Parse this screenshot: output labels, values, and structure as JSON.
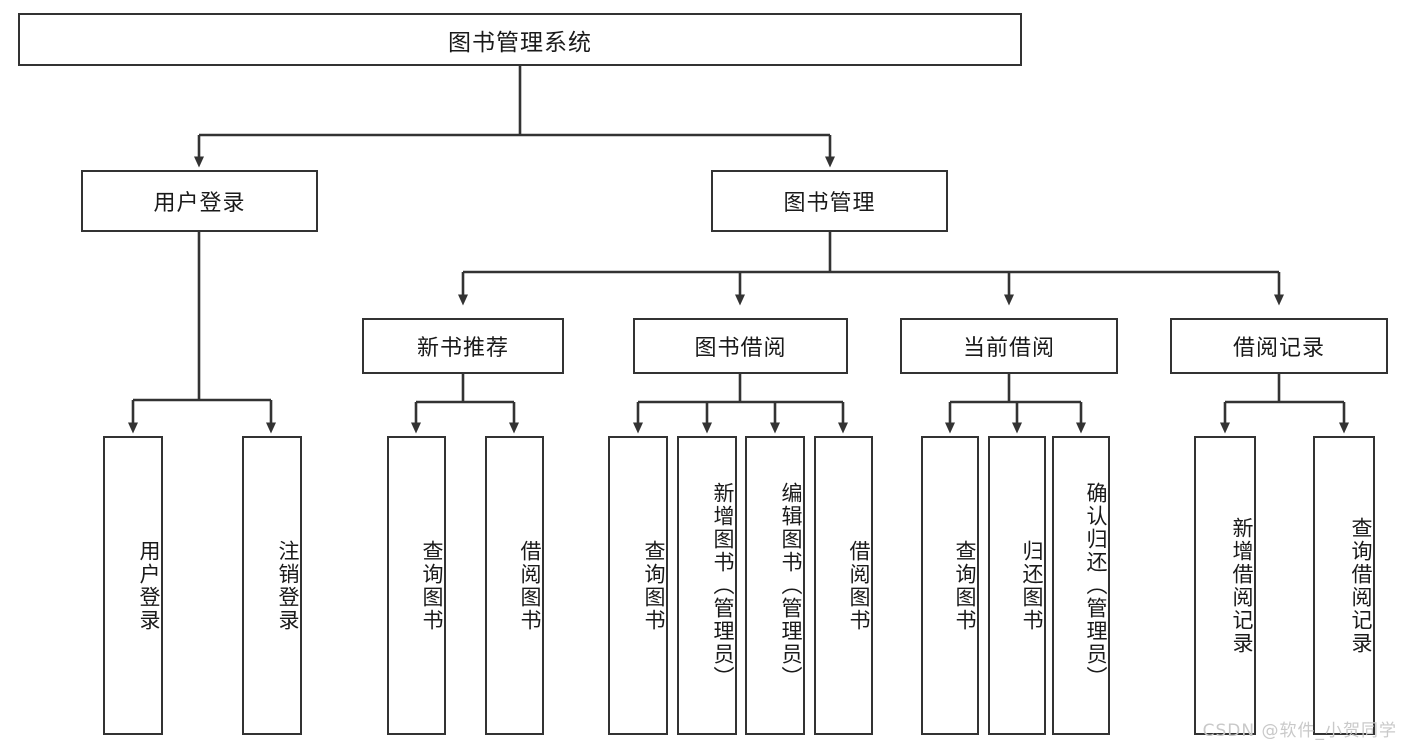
{
  "diagram": {
    "title": "图书管理系统",
    "watermark": "CSDN @软件_小贺同学",
    "line_color": "#333333",
    "box_fill": "#ffffff",
    "text_color": "#1a1a1a",
    "watermark_color": "#c9c9c9",
    "levels": {
      "root": {
        "label": "图书管理系统"
      },
      "level2": [
        {
          "label": "用户登录"
        },
        {
          "label": "图书管理"
        }
      ],
      "level3": [
        {
          "label": "新书推荐"
        },
        {
          "label": "图书借阅"
        },
        {
          "label": "当前借阅"
        },
        {
          "label": "借阅记录"
        }
      ],
      "leaves": {
        "user_login": [
          {
            "label": "用户登录"
          },
          {
            "label": "注销登录"
          }
        ],
        "new_book_recommend": [
          {
            "label": "查询图书"
          },
          {
            "label": "借阅图书"
          }
        ],
        "book_borrow": [
          {
            "label": "查询图书"
          },
          {
            "label": "新增图书（管理员）"
          },
          {
            "label": "编辑图书（管理员）"
          },
          {
            "label": "借阅图书"
          }
        ],
        "current_borrow": [
          {
            "label": "查询图书"
          },
          {
            "label": "归还图书"
          },
          {
            "label": "确认归还（管理员）"
          }
        ],
        "borrow_record": [
          {
            "label": "新增借阅记录"
          },
          {
            "label": "查询借阅记录"
          }
        ]
      }
    }
  }
}
